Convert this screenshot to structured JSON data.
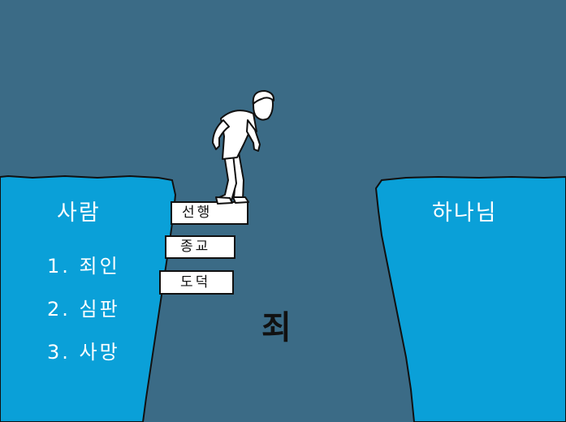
{
  "left_cliff": {
    "title": "사람",
    "items": [
      "1. 죄인",
      "2. 심판",
      "3. 사망"
    ]
  },
  "right_cliff": {
    "title": "하나님"
  },
  "steps": [
    "선행",
    "종교",
    "도덕"
  ],
  "gap_label": "죄",
  "colors": {
    "background": "#3b6b86",
    "cliff": "#0aa0d8",
    "outline": "#111111",
    "step": "#ffffff"
  }
}
